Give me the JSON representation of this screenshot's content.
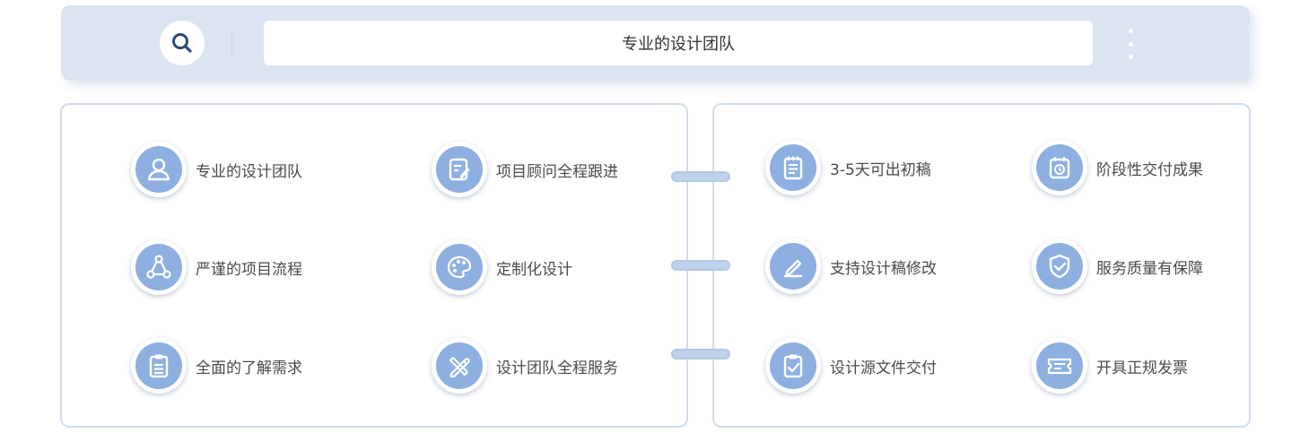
{
  "header": {
    "search_text": "专业的设计团队"
  },
  "left_panel": {
    "features": [
      {
        "label": "专业的设计团队",
        "icon": "user-icon"
      },
      {
        "label": "项目顾问全程跟进",
        "icon": "edit-document-icon"
      },
      {
        "label": "严谨的项目流程",
        "icon": "workflow-icon"
      },
      {
        "label": "定制化设计",
        "icon": "palette-icon"
      },
      {
        "label": "全面的了解需求",
        "icon": "clipboard-icon"
      },
      {
        "label": "设计团队全程服务",
        "icon": "design-tools-icon"
      }
    ]
  },
  "right_panel": {
    "features": [
      {
        "label": "3-5天可出初稿",
        "icon": "notepad-icon"
      },
      {
        "label": "阶段性交付成果",
        "icon": "calendar-clock-icon"
      },
      {
        "label": "支持设计稿修改",
        "icon": "pencil-icon"
      },
      {
        "label": "服务质量有保障",
        "icon": "shield-check-icon"
      },
      {
        "label": "设计源文件交付",
        "icon": "clipboard-check-icon"
      },
      {
        "label": "开具正规发票",
        "icon": "ticket-icon"
      }
    ]
  },
  "colors": {
    "header_bg": "#dbe5f2",
    "icon_fill": "#8db0e1",
    "panel_border": "#cfddee"
  }
}
